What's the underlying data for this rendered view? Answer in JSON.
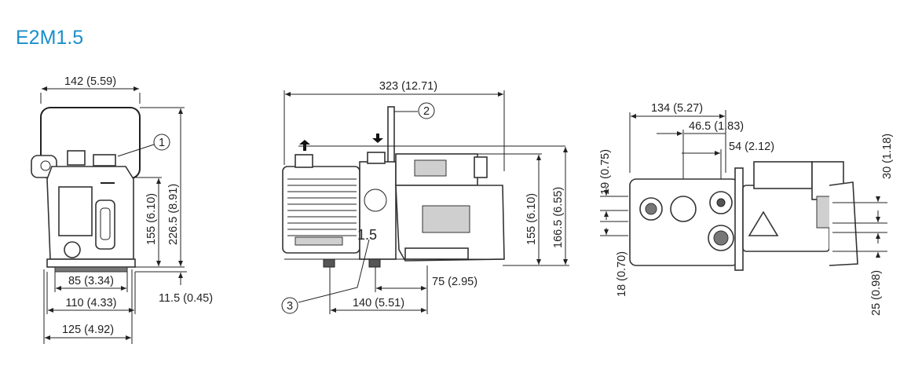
{
  "title": "E2M1.5",
  "front_view": {
    "dim_top": "142 (5.59)",
    "dim_height_1": "155 (6.10)",
    "dim_height_2": "226.5 (8.91)",
    "dim_base_1": "85 (3.34)",
    "dim_base_2": "110 (4.33)",
    "dim_base_3": "125 (4.92)",
    "dim_foot": "11.5 (0.45)",
    "callout": "1"
  },
  "side_view": {
    "dim_length": "323 (12.71)",
    "dim_height_1": "155 (6.10)",
    "dim_height_2": "166.5 (6.55)",
    "dim_offset": "75 (2.95)",
    "dim_feet": "140 (5.51)",
    "callout_2": "2",
    "callout_3": "3",
    "label_marking": "1.5"
  },
  "top_view": {
    "dim_1": "134 (5.27)",
    "dim_2": "46.5 (1.83)",
    "dim_3": "54 (2.12)",
    "dim_left_top": "19 (0.75)",
    "dim_left_bottom": "18 (0.70)",
    "dim_right_top": "30 (1.18)",
    "dim_right_bottom": "25 (0.98)"
  }
}
